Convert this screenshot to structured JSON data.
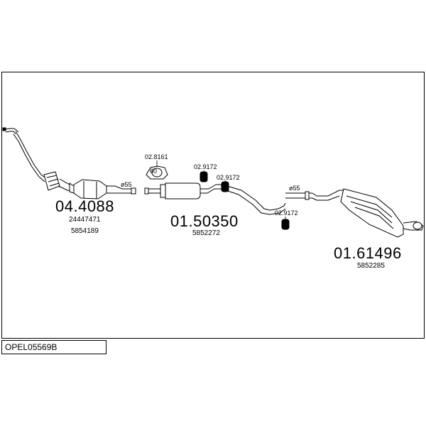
{
  "diagram": {
    "code": "OPEL05569B",
    "parts": [
      {
        "number": "04.4088",
        "refs": [
          "24447471",
          "5854189"
        ]
      },
      {
        "number": "01.50350",
        "refs": [
          "5852272"
        ]
      },
      {
        "number": "01.61496",
        "refs": [
          "5852285"
        ]
      }
    ],
    "accessories": [
      "02.8161",
      "02.9172",
      "02.9172",
      "02.9172"
    ],
    "clamp_label": "60",
    "diameters": [
      "ø55",
      "ø55"
    ]
  },
  "colors": {
    "line": "#000000",
    "background": "#ffffff"
  }
}
